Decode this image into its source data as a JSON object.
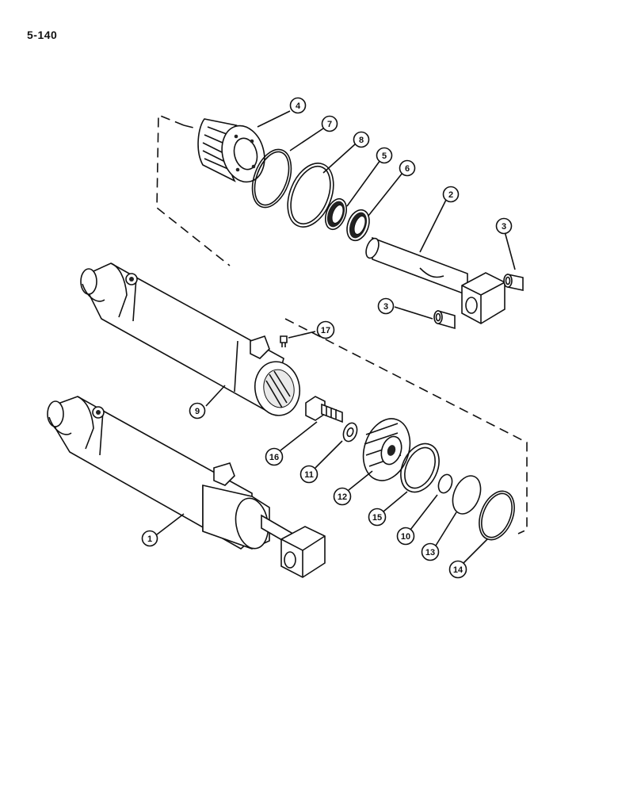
{
  "page_number": "5-140",
  "callouts": [
    {
      "id": "c1",
      "label": "1"
    },
    {
      "id": "c2",
      "label": "2"
    },
    {
      "id": "c3a",
      "label": "3"
    },
    {
      "id": "c3b",
      "label": "3"
    },
    {
      "id": "c4",
      "label": "4"
    },
    {
      "id": "c5",
      "label": "5"
    },
    {
      "id": "c6",
      "label": "6"
    },
    {
      "id": "c7",
      "label": "7"
    },
    {
      "id": "c8",
      "label": "8"
    },
    {
      "id": "c9",
      "label": "9"
    },
    {
      "id": "c10",
      "label": "10"
    },
    {
      "id": "c11",
      "label": "11"
    },
    {
      "id": "c12",
      "label": "12"
    },
    {
      "id": "c13",
      "label": "13"
    },
    {
      "id": "c14",
      "label": "14"
    },
    {
      "id": "c15",
      "label": "15"
    },
    {
      "id": "c16",
      "label": "16"
    },
    {
      "id": "c17",
      "label": "17"
    }
  ]
}
